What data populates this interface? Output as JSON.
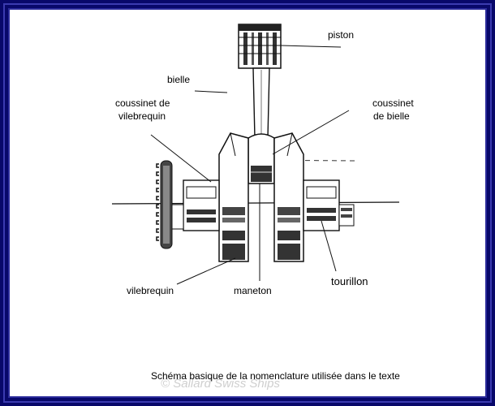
{
  "labels": {
    "piston": "piston",
    "bielle": "bielle",
    "coussinet_vilebrequin_1": "coussinet de",
    "coussinet_vilebrequin_2": "vilebrequin",
    "coussinet_bielle_1": "coussinet",
    "coussinet_bielle_2": "de bielle",
    "vilebrequin": "vilebrequin",
    "maneton": "maneton",
    "tourillon": "tourillon"
  },
  "caption": "Schéma basique de la nomenclature utilisée dans le texte",
  "watermark": "© Sallard Swiss Ships",
  "colors": {
    "frame": "#08086a",
    "ink": "#1a1a1a",
    "dark_fill": "#3a3a3a",
    "mid_fill": "#7a7a7a",
    "background": "#ffffff"
  }
}
